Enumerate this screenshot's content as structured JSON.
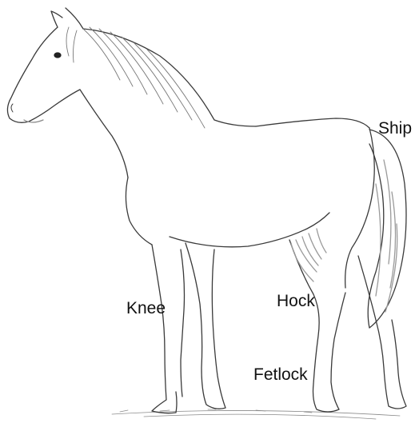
{
  "diagram": {
    "subject": "horse-line-drawing",
    "line_color": "#3a3a3a",
    "shade_color": "#9a9a9a",
    "background": "#ffffff",
    "labels": {
      "ship": "Ship",
      "knee": "Knee",
      "hock": "Hock",
      "fetlock": "Fetlock"
    }
  }
}
